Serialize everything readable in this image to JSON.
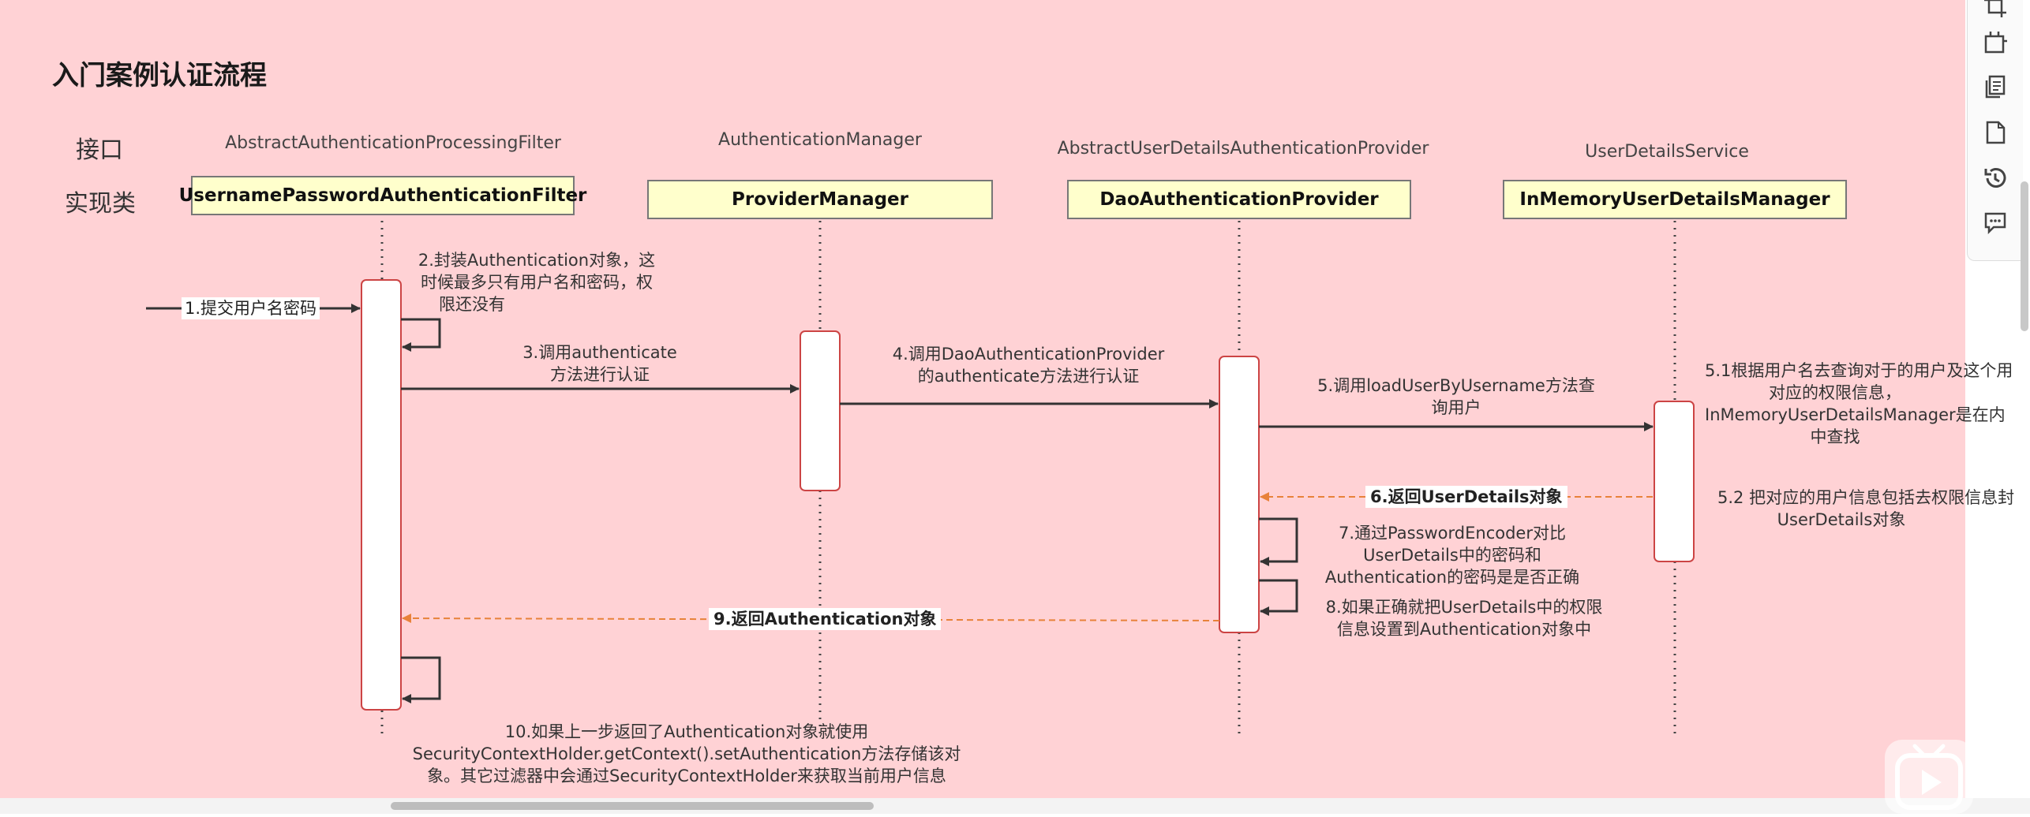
{
  "title": "入门案例认证流程",
  "row_labels": {
    "interface": "接口",
    "implementation": "实现类"
  },
  "interfaces": [
    "AbstractAuthenticationProcessingFilter",
    "AuthenticationManager",
    "AbstractUserDetailsAuthenticationProvider",
    "UserDetailsService"
  ],
  "implementations": [
    "UsernamePasswordAuthenticationFilter",
    "ProviderManager",
    "DaoAuthenticationProvider",
    "InMemoryUserDetailsManager"
  ],
  "steps": {
    "s1": "1.提交用户名密码",
    "s2": [
      "2.封装Authentication对象，这",
      "时候最多只有用户名和密码，权",
      "限还没有"
    ],
    "s3": [
      "3.调用authenticate",
      "方法进行认证"
    ],
    "s4": [
      "4.调用DaoAuthenticationProvider",
      "的authenticate方法进行认证"
    ],
    "s5": [
      "5.调用loadUserByUsername方法查",
      "询用户"
    ],
    "s51": [
      "5.1根据用户名去查询对于的用户及这个用",
      "对应的权限信息，",
      "InMemoryUserDetailsManager是在内",
      "中查找"
    ],
    "s52": [
      "5.2 把对应的用户信息包括去权限信息封",
      "UserDetails对象"
    ],
    "s6": "6.返回UserDetails对象",
    "s7": [
      "7.通过PasswordEncoder对比",
      "UserDetails中的密码和",
      "Authentication的密码是是否正确"
    ],
    "s8": [
      "8.如果正确就把UserDetails中的权限",
      "信息设置到Authentication对象中"
    ],
    "s9": "9.返回Authentication对象",
    "s10": [
      "10.如果上一步返回了Authentication对象就使用",
      "SecurityContextHolder.getContext().setAuthentication方法存储该对",
      "象。其它过滤器中会通过SecurityContextHolder来获取当前用户信息"
    ]
  },
  "colors": {
    "background": "#ffd2d5",
    "participant_fill": "#ffffcc",
    "return_arrow": "#e8823a",
    "call_arrow": "#333333"
  },
  "toolbar_icons": [
    "crop-icon",
    "frame-icon",
    "copy-icon",
    "document-icon",
    "history-icon",
    "comment-icon"
  ],
  "player_icon": "play-icon"
}
